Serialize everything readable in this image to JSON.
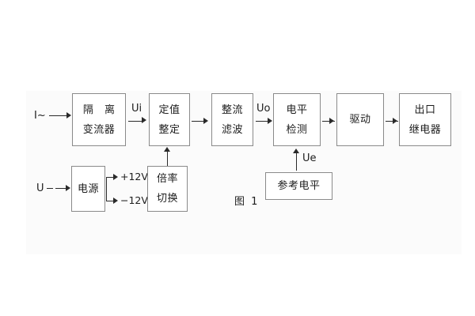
{
  "diagram": {
    "caption": "图 1",
    "inputs": {
      "current": "I~",
      "voltage": "U"
    },
    "signals": {
      "ui": "Ui",
      "uo": "Uo",
      "ue": "Ue",
      "pos12v": "+12V",
      "neg12v": "−12V"
    },
    "blocks": [
      {
        "id": "isolation-ct",
        "line1": "隔 离",
        "line2": "变流器"
      },
      {
        "id": "setting-value",
        "line1": "定值",
        "line2": "整定"
      },
      {
        "id": "rectify-filter",
        "line1": "整流",
        "line2": "滤波"
      },
      {
        "id": "level-detect",
        "line1": "电平",
        "line2": "检测"
      },
      {
        "id": "drive",
        "line1": "驱动",
        "line2": ""
      },
      {
        "id": "output-relay",
        "line1": "出口",
        "line2": "继电器"
      },
      {
        "id": "power-supply",
        "line1": "电源",
        "line2": ""
      },
      {
        "id": "ratio-switch",
        "line1": "倍率",
        "line2": "切换"
      },
      {
        "id": "reference-level",
        "line1": "参考电平",
        "line2": ""
      }
    ],
    "colors": {
      "line": "#2a2a2a",
      "box_border": "#8a8a8a",
      "text": "#1c1c1c",
      "panel_bg": "#fbfbfb",
      "page_bg": "#ffffff"
    }
  }
}
